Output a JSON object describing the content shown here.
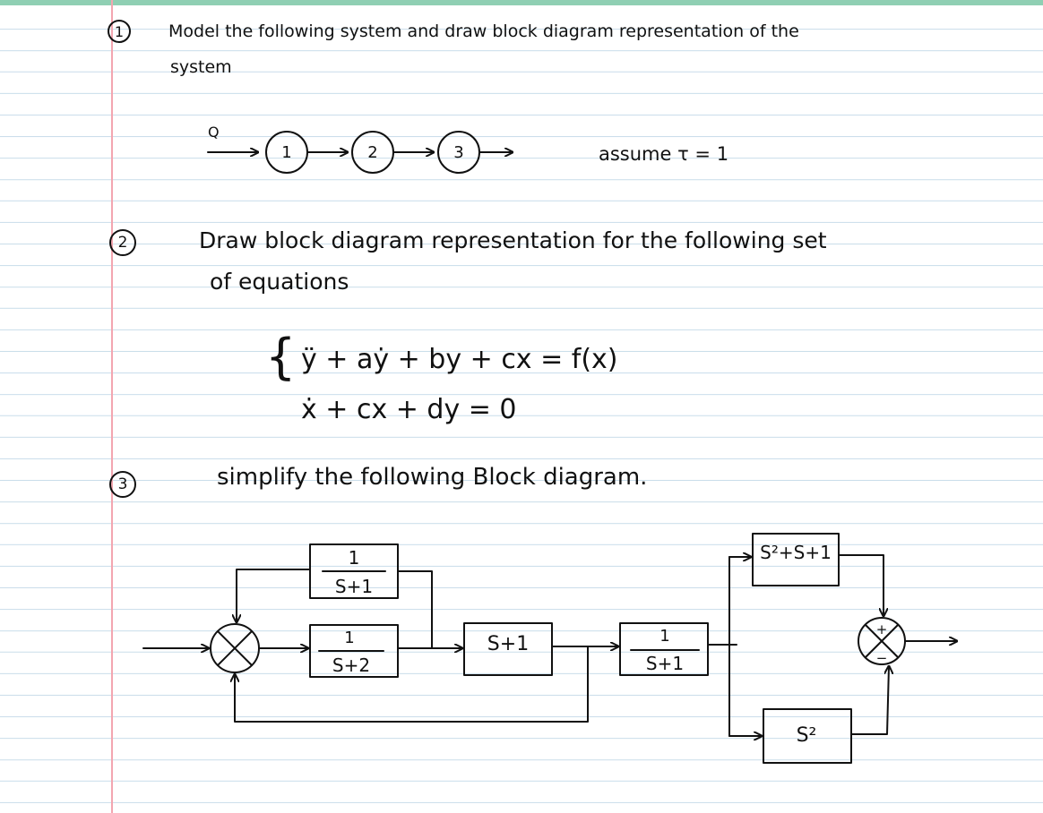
{
  "problems": [
    {
      "number": "1",
      "statement_line1": "Model the following system and draw block diagram representation of the",
      "statement_line2": "system",
      "flow": {
        "input_label": "Q",
        "nodes": [
          "1",
          "2",
          "3"
        ],
        "assumption": "assume τ = 1"
      }
    },
    {
      "number": "2",
      "statement_line1": "Draw block diagram representation for the following set",
      "statement_line2": "of equations",
      "equations": [
        "ÿ + aẏ + by + cx = f(x)",
        "ẋ + cx + dy = 0"
      ]
    },
    {
      "number": "3",
      "statement": "simplify the following Block diagram.",
      "diagram": {
        "blocks": {
          "g1": {
            "num": "1",
            "den": "S+1"
          },
          "g2": {
            "num": "1",
            "den": "S+2"
          },
          "g3": {
            "text": "S+1"
          },
          "g4": {
            "num": "1",
            "den": "S+1"
          },
          "g5": {
            "text": "S²+S+1"
          },
          "g6": {
            "text": "S²"
          }
        },
        "output_sum_signs": [
          "+",
          "−"
        ]
      }
    }
  ]
}
